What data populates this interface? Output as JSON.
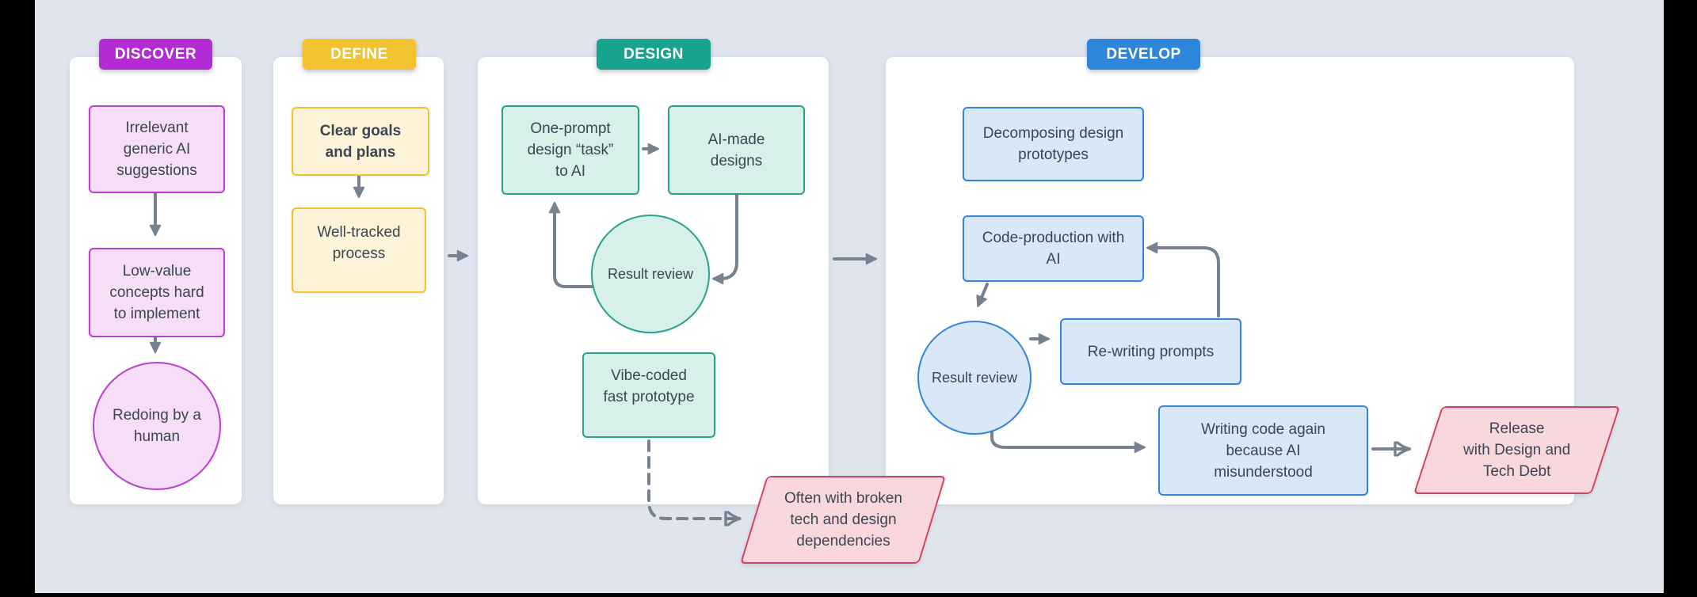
{
  "colors": {
    "background": "#dfe4ed",
    "panel": "#ffffff",
    "arrow": "#76828f",
    "text": "#3b4553",
    "discover_accent": "#b32bd3",
    "define_accent": "#f2c230",
    "design_accent": "#17a38d",
    "develop_accent": "#2e86db",
    "alert_accent": "#d4405e"
  },
  "stages": {
    "discover": {
      "badge": "DISCOVER",
      "box1": "Irrelevant\ngeneric AI\nsuggestions",
      "box2": "Low-value\nconcepts hard\nto implement",
      "circle": "Redoing by a\nhuman"
    },
    "define": {
      "badge": "DEFINE",
      "box1": "Clear goals\nand plans",
      "box2": "Well-tracked\nprocess"
    },
    "design": {
      "badge": "DESIGN",
      "box1": "One-prompt\ndesign “task”\nto AI",
      "box2": "AI-made\ndesigns",
      "circle": "Result review",
      "box3": "Vibe-coded\nfast prototype",
      "callout": "Often with broken\ntech and design\ndependencies"
    },
    "develop": {
      "badge": "DEVELOP",
      "box1": "Decomposing design\nprototypes",
      "box2": "Code-production with\nAI",
      "circle": "Result review",
      "box3": "Re-writing prompts",
      "box4": "Writing code again\nbecause AI\nmisunderstood",
      "callout": "Release\nwith Design and\nTech Debt"
    }
  }
}
